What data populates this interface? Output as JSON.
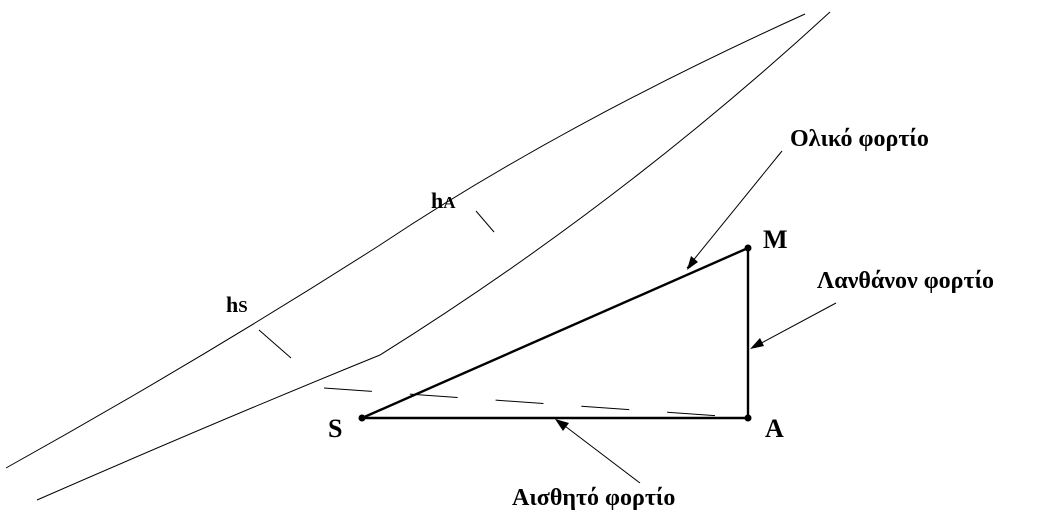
{
  "labels": {
    "total_load": "Ολικό φορτίο",
    "latent_load": "Λανθάνον φορτίο",
    "sensible_load": "Αισθητό φορτίο",
    "point_m": "M",
    "point_a": "A",
    "point_s": "S",
    "h_a_main": "h",
    "h_a_sub": "A",
    "h_s_main": "h",
    "h_s_sub": "S"
  },
  "colors": {
    "line": "#000000",
    "background": "#ffffff"
  }
}
